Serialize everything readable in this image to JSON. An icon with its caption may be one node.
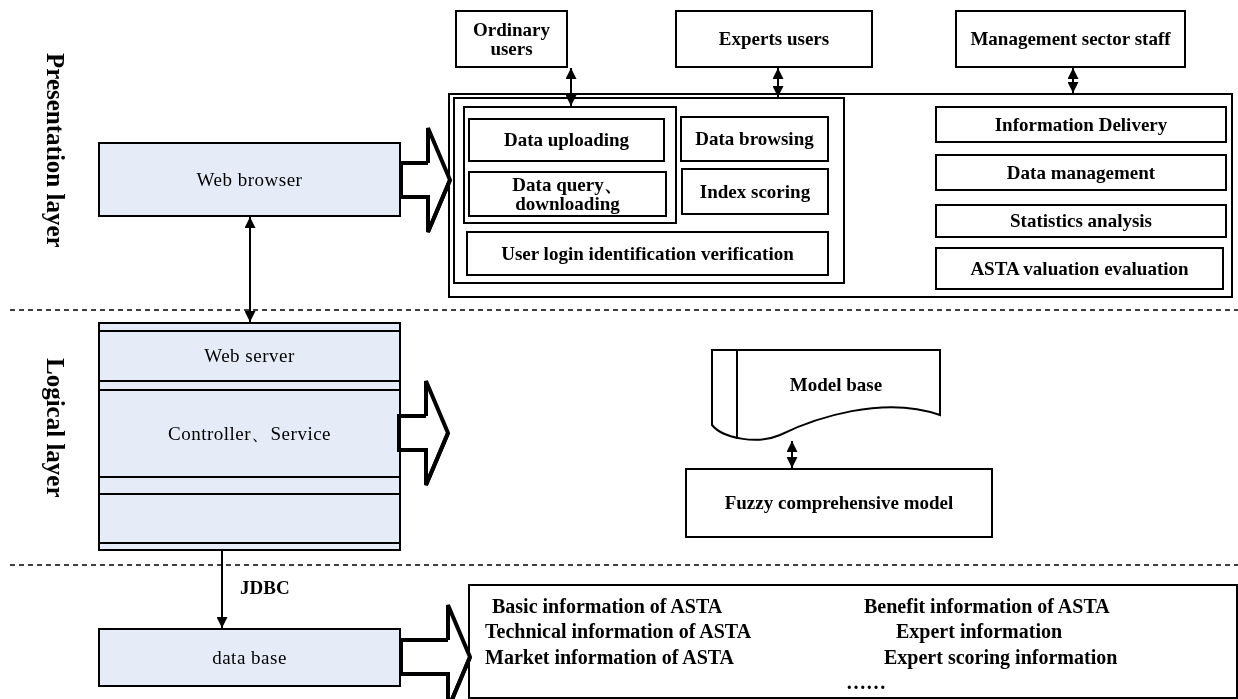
{
  "diagram": {
    "nodes": [
      {
        "text": [
          "Ordinary users"
        ]
      },
      {
        "text": [
          "Experts users"
        ]
      },
      {
        "text": [
          "Management sector staff"
        ]
      },
      {
        "text": [],
        "shape": "box"
      },
      {
        "text": [],
        "shape": "box",
        "in": 3
      },
      {
        "text": [],
        "shape": "box",
        "in": 4
      },
      {
        "text": [
          "Data uploading"
        ],
        "in": 5
      },
      {
        "text": [
          "Data query、downloading"
        ],
        "in": 5
      },
      {
        "text": [
          "Data browsing"
        ],
        "in": 4
      },
      {
        "text": [
          "Index scoring"
        ],
        "in": 4
      },
      {
        "text": [
          "User login identification verification"
        ],
        "in": 4
      },
      {
        "text": [
          "Information Delivery"
        ],
        "in": 3
      },
      {
        "text": [
          "Data management"
        ],
        "in": 3
      },
      {
        "text": [
          "Statistics analysis"
        ],
        "in": 3
      },
      {
        "text": [
          "ASTA valuation evaluation"
        ],
        "in": 3
      },
      {
        "text": [
          "Web browser"
        ]
      },
      {
        "text": [],
        "shape": "box"
      },
      {
        "text": [
          "Web server"
        ],
        "in": 16
      },
      {
        "text": [
          "Controller、Service"
        ],
        "in": 16
      },
      {
        "text": [],
        "shape": "box",
        "in": 16
      },
      {
        "text": [
          "Model base"
        ]
      },
      {
        "text": [
          "Fuzzy comprehensive model"
        ]
      },
      {
        "text": [
          "data base"
        ]
      },
      {
        "text": [
          "Basic information of ASTA",
          "Benefit information of ASTA",
          "Technical information of ASTA",
          "Expert information",
          "Market information of ASTA",
          "Expert scoring information",
          "……"
        ]
      }
    ],
    "edges": [
      {
        "from": 0,
        "to": 5,
        "arrow": "both"
      },
      {
        "from": 1,
        "to": 4,
        "arrow": "both"
      },
      {
        "from": 2,
        "to": 3,
        "arrow": "both"
      },
      {
        "from": 15,
        "to": 3,
        "arrow": "to",
        "style": "thick"
      },
      {
        "from": 15,
        "to": 16,
        "arrow": "both"
      },
      {
        "from": 18,
        "to": null,
        "arrow": "to",
        "style": "thick"
      },
      {
        "from": 20,
        "to": 21,
        "arrow": "both"
      },
      {
        "from": 16,
        "to": 22,
        "arrow": "to",
        "label": "JDBC"
      },
      {
        "from": 22,
        "to": 23,
        "arrow": "to",
        "style": "thick"
      }
    ],
    "labels": [
      "Presentation layer",
      "Logical layer"
    ]
  }
}
